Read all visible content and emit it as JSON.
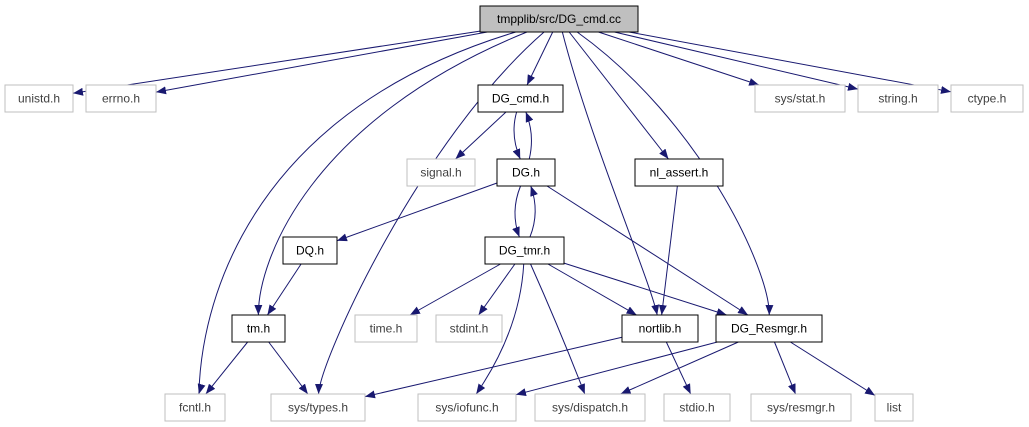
{
  "graph": {
    "colors": {
      "edge": "#191970",
      "root_fill": "#bfbfbf",
      "normal_border": "#000000",
      "external_border": "#bfbfbf",
      "external_text": "#404040",
      "text": "#000000"
    },
    "nodes": [
      {
        "id": "root",
        "label": "tmpplib/src/DG_cmd.cc",
        "kind": "root"
      },
      {
        "id": "unistd",
        "label": "unistd.h",
        "kind": "external"
      },
      {
        "id": "errno",
        "label": "errno.h",
        "kind": "external"
      },
      {
        "id": "dgcmdh",
        "label": "DG_cmd.h",
        "kind": "normal"
      },
      {
        "id": "sysstat",
        "label": "sys/stat.h",
        "kind": "external"
      },
      {
        "id": "string",
        "label": "string.h",
        "kind": "external"
      },
      {
        "id": "ctype",
        "label": "ctype.h",
        "kind": "external"
      },
      {
        "id": "signal",
        "label": "signal.h",
        "kind": "external"
      },
      {
        "id": "dgh",
        "label": "DG.h",
        "kind": "normal"
      },
      {
        "id": "nlassert",
        "label": "nl_assert.h",
        "kind": "normal"
      },
      {
        "id": "dqh",
        "label": "DQ.h",
        "kind": "normal"
      },
      {
        "id": "dgtmr",
        "label": "DG_tmr.h",
        "kind": "normal"
      },
      {
        "id": "tmh",
        "label": "tm.h",
        "kind": "normal"
      },
      {
        "id": "timeh",
        "label": "time.h",
        "kind": "external"
      },
      {
        "id": "stdint",
        "label": "stdint.h",
        "kind": "external"
      },
      {
        "id": "nortlib",
        "label": "nortlib.h",
        "kind": "normal"
      },
      {
        "id": "resmgrh",
        "label": "DG_Resmgr.h",
        "kind": "normal"
      },
      {
        "id": "fcntl",
        "label": "fcntl.h",
        "kind": "external"
      },
      {
        "id": "systypes",
        "label": "sys/types.h",
        "kind": "external"
      },
      {
        "id": "sysiofunc",
        "label": "sys/iofunc.h",
        "kind": "external"
      },
      {
        "id": "sysdispatch",
        "label": "sys/dispatch.h",
        "kind": "external"
      },
      {
        "id": "stdio",
        "label": "stdio.h",
        "kind": "external"
      },
      {
        "id": "sysresmgr",
        "label": "sys/resmgr.h",
        "kind": "external"
      },
      {
        "id": "list",
        "label": "list",
        "kind": "external"
      }
    ],
    "edges": [
      [
        "root",
        "unistd"
      ],
      [
        "root",
        "errno"
      ],
      [
        "root",
        "fcntl"
      ],
      [
        "root",
        "tmh"
      ],
      [
        "root",
        "systypes"
      ],
      [
        "root",
        "dgcmdh"
      ],
      [
        "root",
        "nortlib"
      ],
      [
        "root",
        "nlassert"
      ],
      [
        "root",
        "resmgrh"
      ],
      [
        "root",
        "sysstat"
      ],
      [
        "root",
        "string"
      ],
      [
        "root",
        "ctype"
      ],
      [
        "dgcmdh",
        "signal"
      ],
      [
        "dgcmdh",
        "dgh"
      ],
      [
        "dgh",
        "dgcmdh"
      ],
      [
        "dgh",
        "dqh"
      ],
      [
        "dgh",
        "dgtmr"
      ],
      [
        "dgh",
        "resmgrh"
      ],
      [
        "dgtmr",
        "dgh"
      ],
      [
        "dgtmr",
        "timeh"
      ],
      [
        "dgtmr",
        "stdint"
      ],
      [
        "dgtmr",
        "sysiofunc"
      ],
      [
        "dgtmr",
        "sysdispatch"
      ],
      [
        "dgtmr",
        "nortlib"
      ],
      [
        "dgtmr",
        "resmgrh"
      ],
      [
        "nlassert",
        "nortlib"
      ],
      [
        "dqh",
        "tmh"
      ],
      [
        "tmh",
        "fcntl"
      ],
      [
        "tmh",
        "systypes"
      ],
      [
        "nortlib",
        "systypes"
      ],
      [
        "nortlib",
        "stdio"
      ],
      [
        "resmgrh",
        "sysiofunc"
      ],
      [
        "resmgrh",
        "sysdispatch"
      ],
      [
        "resmgrh",
        "sysresmgr"
      ],
      [
        "resmgrh",
        "list"
      ]
    ]
  }
}
